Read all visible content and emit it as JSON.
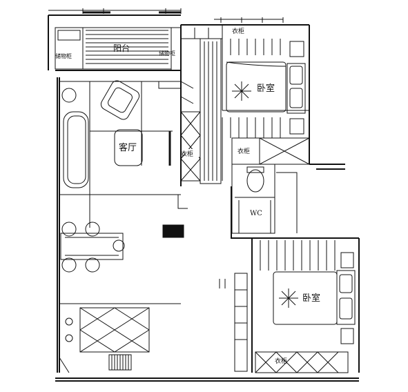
{
  "rooms": {
    "balcony": "阳台",
    "storage_left": "储物柜",
    "storage_right": "储物柜",
    "living_room": "客厅",
    "bedroom_main": "卧室",
    "bedroom_second": "卧室",
    "wardrobe_a": "衣柜",
    "wardrobe_b": "衣柜",
    "wardrobe_c": "衣柜",
    "wardrobe_d": "衣柜",
    "wc": "WC"
  }
}
